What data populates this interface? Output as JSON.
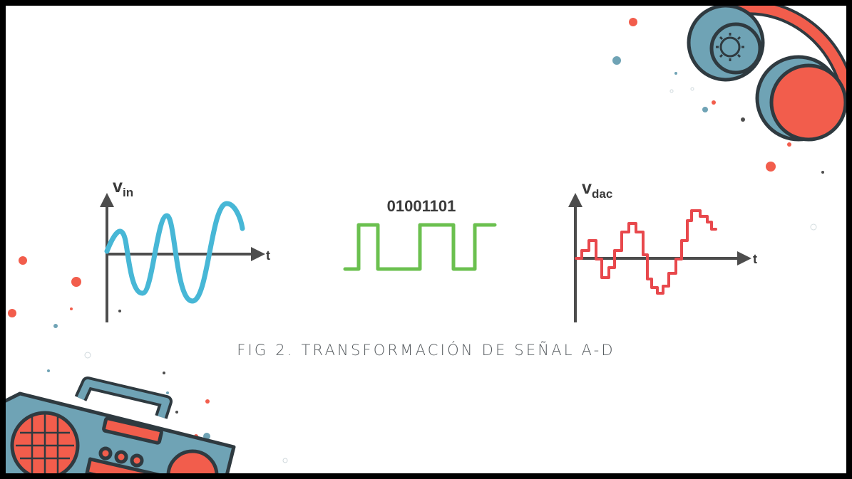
{
  "figure": {
    "caption": "FIG 2. TRANSFORMACIÓN DE SEÑAL A-D",
    "panels": [
      {
        "id": "input",
        "label_main": "v",
        "label_sub": "in",
        "axis_label": "t"
      },
      {
        "id": "digital",
        "bits": "01001101"
      },
      {
        "id": "output",
        "label_main": "v",
        "label_sub": "dac",
        "axis_label": "t"
      }
    ]
  },
  "colors": {
    "sine": "#47b7d6",
    "square": "#6bc04f",
    "stepped": "#e8484c",
    "axis": "#4d4d4d",
    "headphone_blue": "#6fa3b5",
    "headphone_red": "#f25d4c",
    "outline": "#2f3a40"
  },
  "decorations": {
    "top_right": "headphones-icon",
    "bottom_left": "boombox-icon"
  }
}
